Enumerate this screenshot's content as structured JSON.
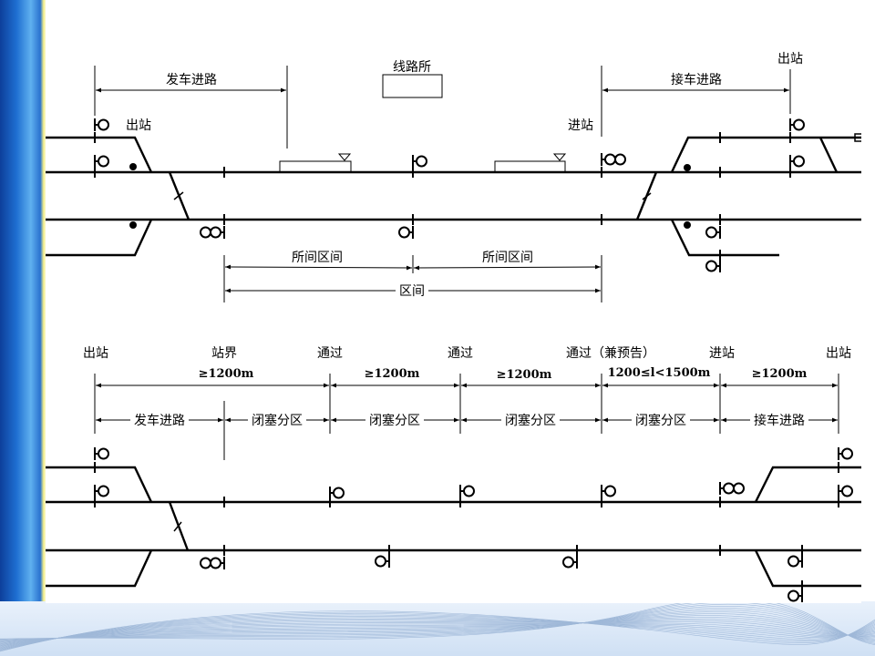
{
  "top": {
    "label_depart_route": "发车进路",
    "label_block_post": "线路所",
    "label_exit_left": "出站",
    "label_entry": "进站",
    "label_receive_route": "接车进路",
    "label_exit_right": "出站",
    "label_section_1": "所间区间",
    "label_section_2": "所间区间",
    "label_interval": "区间"
  },
  "bottom": {
    "signal_labels": [
      "出站",
      "站界",
      "通过",
      "通过",
      "通过（兼预告）",
      "进站",
      "出站"
    ],
    "distances": [
      "≥1200m",
      "≥1200m",
      "≥1200m",
      "1200≤l<1500m",
      "≥1200m"
    ],
    "segments": [
      "发车进路",
      "闭塞分区",
      "闭塞分区",
      "闭塞分区",
      "闭塞分区",
      "接车进路"
    ]
  },
  "colors": {
    "track": "#000000",
    "slide_accent": "#1f6fd1"
  }
}
